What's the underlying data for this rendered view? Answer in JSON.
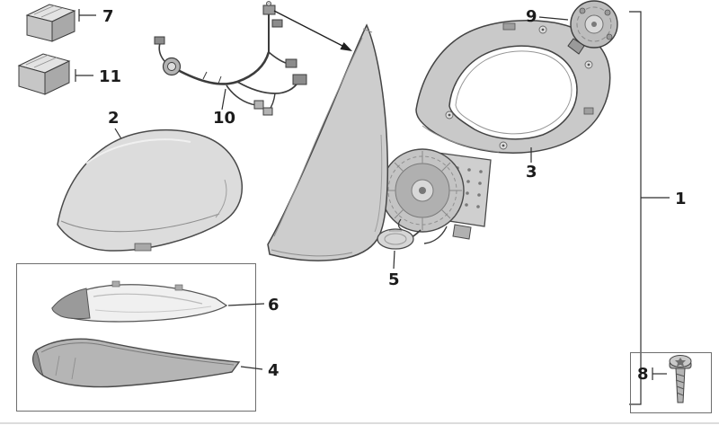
{
  "diagram": {
    "type": "exploded-parts-diagram",
    "subject": "exterior-mirror-assembly",
    "background": "#ffffff",
    "line_color": "#3c3c3c",
    "fill_light": "#d9d9d9",
    "fill_mid": "#b3b3b3",
    "fill_dark": "#8c8c8c",
    "callouts": [
      {
        "label": "1"
      },
      {
        "label": "2"
      },
      {
        "label": "3"
      },
      {
        "label": "4"
      },
      {
        "label": "5"
      },
      {
        "label": "6"
      },
      {
        "label": "7"
      },
      {
        "label": "8"
      },
      {
        "label": "9"
      },
      {
        "label": "10"
      },
      {
        "label": "11"
      }
    ]
  }
}
